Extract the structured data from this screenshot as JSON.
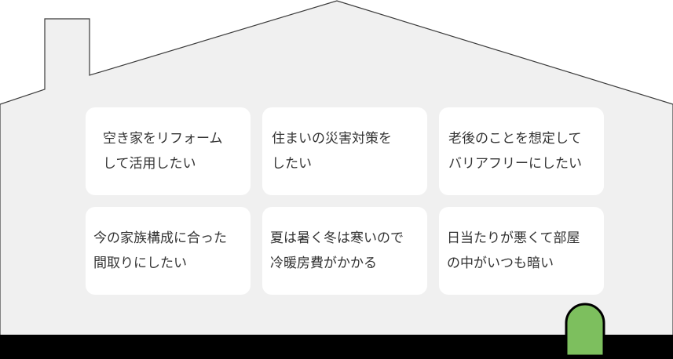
{
  "colors": {
    "house_fill": "#f0f0f0",
    "house_outline": "#3a3a3a",
    "ground": "#000000",
    "door": "#7dbf5e",
    "card_bg": "#ffffff",
    "text": "#333333"
  },
  "cards": [
    {
      "text": "空き家をリフォーム\nして活用したい"
    },
    {
      "text": "住まいの災害対策を\nしたい"
    },
    {
      "text": "老後のことを想定して\nバリアフリーにしたい"
    },
    {
      "text": "今の家族構成に合った\n間取りにしたい"
    },
    {
      "text": "夏は暑く冬は寒いので\n冷暖房費がかかる"
    },
    {
      "text": "日当たりが悪くて部屋\nの中がいつも暗い"
    }
  ]
}
